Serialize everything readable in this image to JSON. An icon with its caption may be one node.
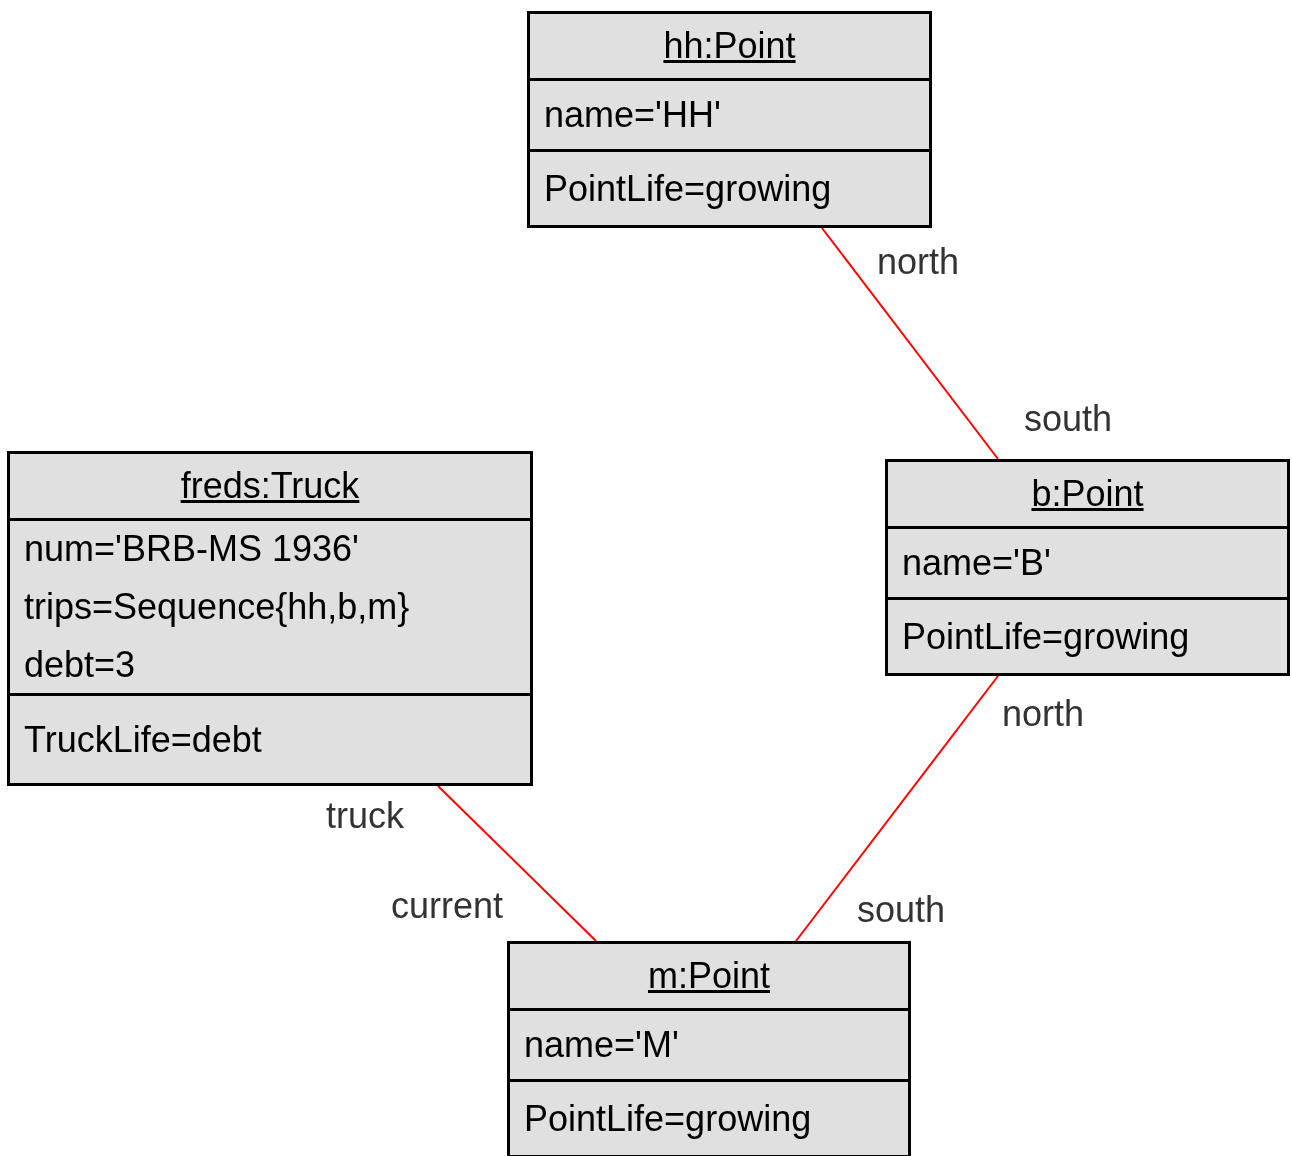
{
  "diagram": {
    "nodes": [
      {
        "text": [
          "hh:Point",
          "name='HH'",
          "PointLife=growing"
        ]
      },
      {
        "text": [
          "freds:Truck",
          "num='BRB-MS 1936'",
          "trips=Sequence{hh,b,m}",
          "debt=3",
          "TruckLife=debt"
        ]
      },
      {
        "text": [
          "b:Point",
          "name='B'",
          "PointLife=growing"
        ]
      },
      {
        "text": [
          "m:Point",
          "name='M'",
          "PointLife=growing"
        ]
      }
    ],
    "edges": [
      {
        "from": 0,
        "to": 2,
        "arrow": "none"
      },
      {
        "from": 2,
        "to": 3,
        "arrow": "none"
      },
      {
        "from": 1,
        "to": 3,
        "arrow": "none"
      }
    ],
    "labels": [
      "north",
      "south",
      "north",
      "truck",
      "current",
      "south"
    ]
  }
}
